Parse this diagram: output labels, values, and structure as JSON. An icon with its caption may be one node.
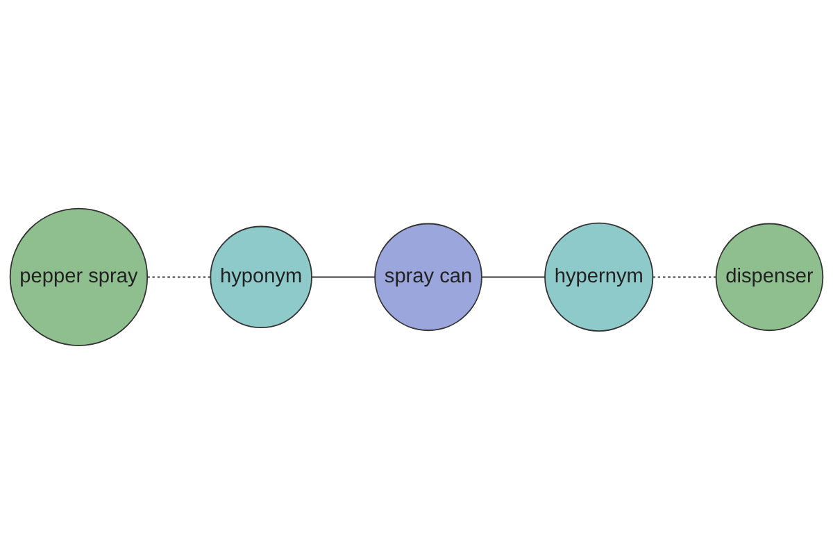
{
  "diagram": {
    "nodes": [
      {
        "text": [
          "pepper spray"
        ]
      },
      {
        "text": [
          "hyponym"
        ]
      },
      {
        "text": [
          "spray can"
        ]
      },
      {
        "text": [
          "hypernym"
        ]
      },
      {
        "text": [
          "dispenser"
        ]
      }
    ],
    "edges": [
      {
        "from": 0,
        "to": 1,
        "arrow": "none",
        "style": "dashed"
      },
      {
        "from": 1,
        "to": 2,
        "arrow": "none"
      },
      {
        "from": 2,
        "to": 3,
        "arrow": "none"
      },
      {
        "from": 3,
        "to": 4,
        "arrow": "none",
        "style": "dashed"
      }
    ]
  }
}
